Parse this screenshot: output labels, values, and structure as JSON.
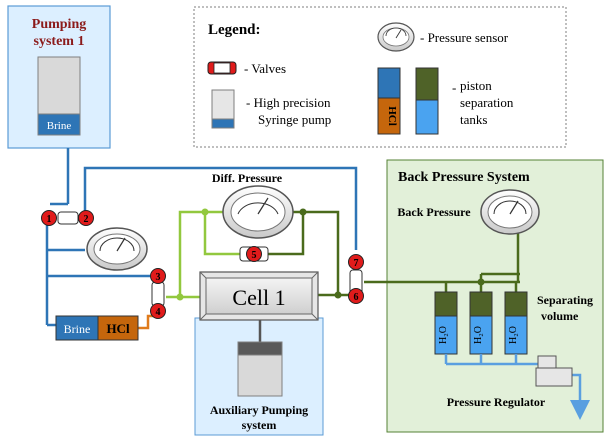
{
  "pumping_system_1": {
    "title_line1": "Pumping",
    "title_line2": "system 1",
    "syringe_label": "Brine"
  },
  "legend": {
    "title": "Legend:",
    "valves_label": "- Valves",
    "pump_label_line1": "- High precision",
    "pump_label_line2": "Syringe pump",
    "sensor_label": "- Pressure sensor",
    "tank_label_line1": "piston",
    "tank_label_line2": "separation",
    "tank_label_line3": "tanks",
    "tank_hcl": "HCl",
    "tank_dash": "-"
  },
  "diff_pressure": {
    "label": "Diff. Pressure"
  },
  "cell": {
    "label": "Cell 1"
  },
  "tank_in": {
    "brine": "Brine",
    "hcl": "HCl"
  },
  "valves": [
    "1",
    "2",
    "3",
    "4",
    "5",
    "6",
    "7"
  ],
  "auxiliary": {
    "line1": "Auxiliary Pumping",
    "line2": "system"
  },
  "back_pressure_system": {
    "title": "Back Pressure System",
    "sensor_label": "Back Pressure",
    "separating_line1": "Separating",
    "separating_line2": "volume",
    "regulator_label": "Pressure Regulator",
    "tank_labels": [
      "H₂O",
      "H₂O",
      "H₂O"
    ]
  },
  "colors": {
    "blue_line": "#2e75b6",
    "light_green_line": "#92c83e",
    "dark_green_line": "#4a6b1c",
    "orange_line": "#e07b1c",
    "valve_red": "#e01b1b",
    "light_blue_box": "#dcefff",
    "green_box": "#e2f0d9",
    "title_red": "#8b1a1a"
  }
}
